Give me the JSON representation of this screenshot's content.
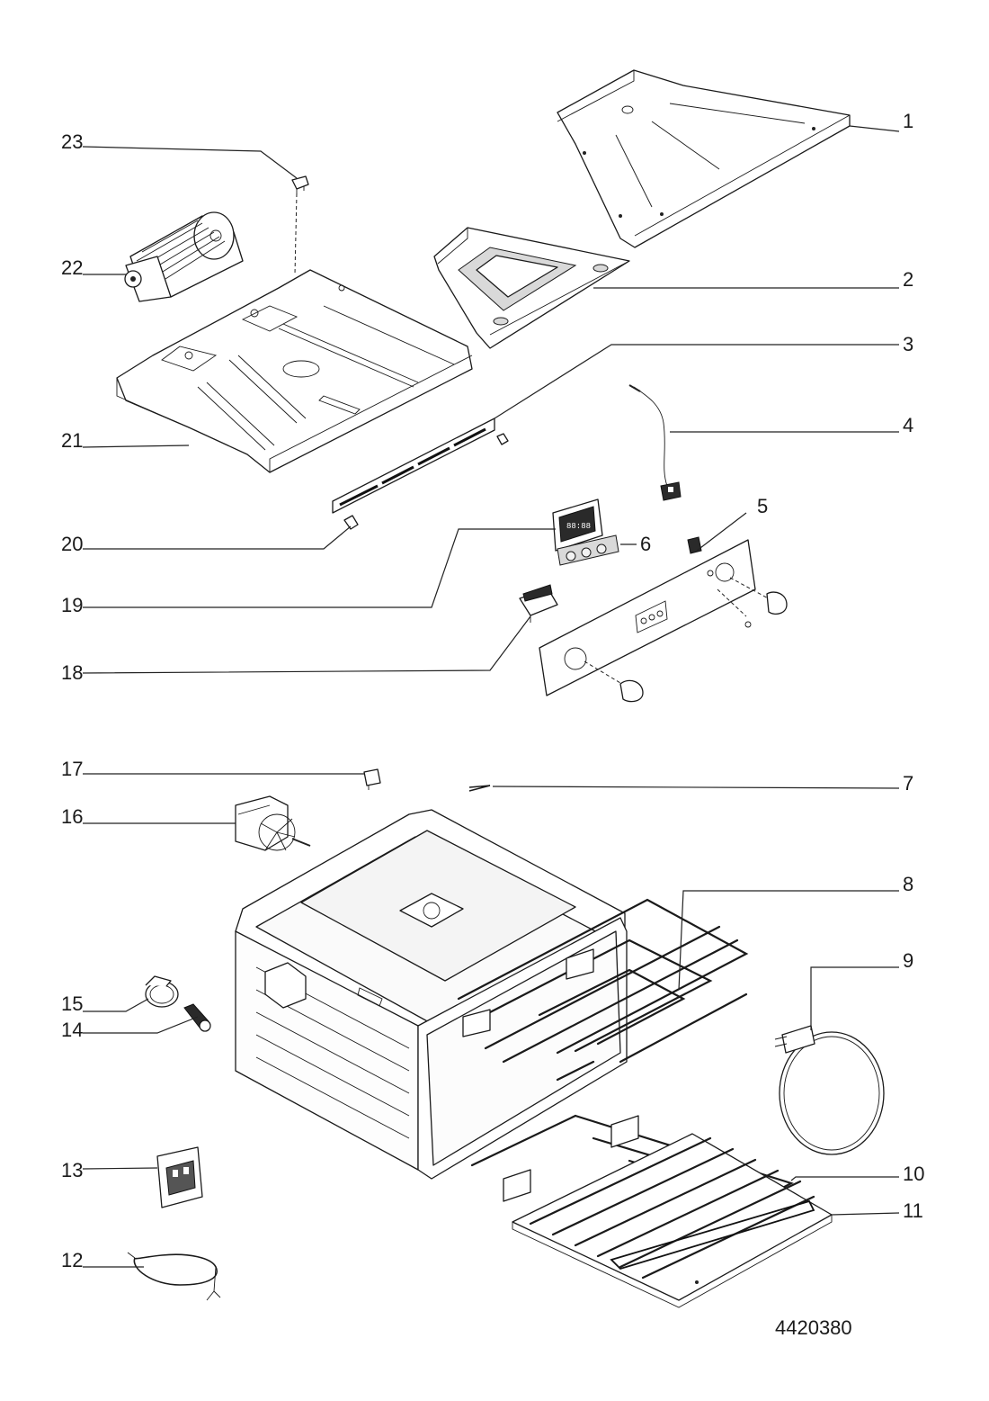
{
  "diagram": {
    "document_number": "4420380",
    "callouts": [
      {
        "label": "1"
      },
      {
        "label": "2"
      },
      {
        "label": "3"
      },
      {
        "label": "4"
      },
      {
        "label": "5"
      },
      {
        "label": "6"
      },
      {
        "label": "7"
      },
      {
        "label": "8"
      },
      {
        "label": "9"
      },
      {
        "label": "10"
      },
      {
        "label": "11"
      },
      {
        "label": "12"
      },
      {
        "label": "13"
      },
      {
        "label": "14"
      },
      {
        "label": "15"
      },
      {
        "label": "16"
      },
      {
        "label": "17"
      },
      {
        "label": "18"
      },
      {
        "label": "19"
      },
      {
        "label": "20"
      },
      {
        "label": "21"
      },
      {
        "label": "22"
      },
      {
        "label": "23"
      }
    ],
    "display_readout": "88:88"
  }
}
